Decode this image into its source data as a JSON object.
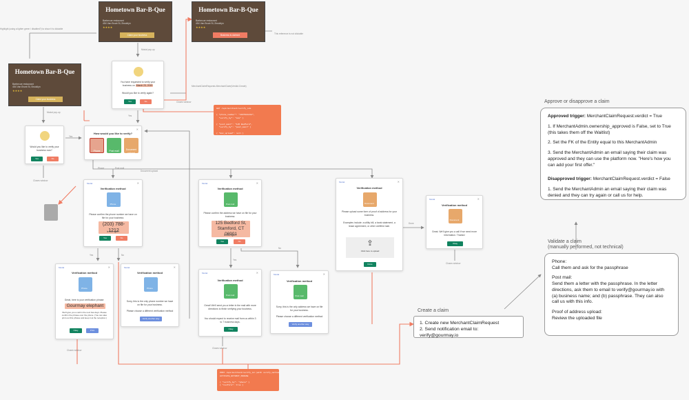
{
  "banners": {
    "restaurant_name": "Hometown Bar-B-Que",
    "address": "Barbecue restaurant",
    "address2": "454 Van Brunt St, Brooklyn",
    "stars": "★★★★",
    "cta_top_left": "Claim your business",
    "cta_top_right": "Business is claimed",
    "cta_mid": "Claim your business"
  },
  "annotations": {
    "highlight_note": "Highlight (using a lighter green / disabled?) to show it is clickable",
    "reference_claimable": "This reference is not clickable",
    "modal_popup": "Modal pop-up",
    "merchant_claim_note": "MerchantClaimRequests.MerchantClaim(Verdict.Create)",
    "closes_window": "Closes window",
    "yes": "Yes",
    "no": "No",
    "phone": "Phone",
    "post_mail": "Post mail",
    "document_upload": "Document upload",
    "done": "Done"
  },
  "cards": {
    "requested": {
      "text": "You have requested to verify your business on",
      "date": "March 23, 2019",
      "question": "Would you like to verify again?",
      "yes": "Yes",
      "no": "No"
    },
    "own_business": {
      "text": "Would you like to verify your business now?",
      "yes": "Yes",
      "no": "No"
    },
    "how_verify": {
      "title": "How would you like to verify?",
      "phone": "Phone",
      "mail": "Post mail",
      "doc": "Document upload"
    },
    "phone": {
      "tag": "Modal",
      "title": "Verification method",
      "icon_label": "Phone",
      "text": "Please confirm the phone number we have on file for your business:",
      "number": "(203) 788-1212",
      "question": "Is this right?",
      "yes": "Yes",
      "no": "No"
    },
    "phone_yes": {
      "tag": "Modal",
      "title": "Verification method",
      "icon_label": "Phone",
      "text": "Great, here is your verification phrase:",
      "phrase": "Gourmay elephant",
      "text2": "We'll give you a call in the next few days. Please confirm the phrase over the phone. (You can also print out this phrase and keep it at the reception.)",
      "print": "Okay",
      "btn2": "Print"
    },
    "phone_no": {
      "tag": "Modal",
      "title": "Verification method",
      "icon_label": "Phone",
      "text": "Sorry, this is the only phone number we have on file for your business.",
      "text2": "Please choose a different verification method",
      "btn": "Verify another way"
    },
    "mail": {
      "tag": "Modal",
      "title": "Verification method",
      "icon_label": "Post mail",
      "text": "Please confirm the address we have on file for your business:",
      "address1": "125 Bedford St,",
      "address2": "Stamford, CT 06901",
      "question": "Is this right?",
      "yes": "Yes",
      "no": "No"
    },
    "mail_yes": {
      "tag": "Modal",
      "title": "Verification method",
      "icon_label": "Post mail",
      "text": "Great! We'll send you a letter in the mail with more directions to finish verifying your business.",
      "text2": "You should expect to receive mail from us within 3 to 7 business days.",
      "btn": "Okay"
    },
    "mail_no": {
      "tag": "Modal",
      "title": "Verification method",
      "icon_label": "Post mail",
      "text": "Sorry, this is the only address we have on file for your business.",
      "text2": "Please choose a different verification method",
      "btn": "Verify another way"
    },
    "doc": {
      "tag": "Modal",
      "title": "Verification method",
      "icon_label": "Document",
      "text": "Please upload some form of proof of address for your business.",
      "text2": "Examples include: a utility bill, a bank statement, a lease agreement, or other certified mail.",
      "upload": "Click here to upload",
      "btn": "Done"
    },
    "doc_done": {
      "tag": "Modal",
      "title": "Verification method",
      "icon_label": "Document",
      "text": "Great. We'll give you a call if we need more information. Thanks!",
      "btn": "Okay"
    }
  },
  "code_boxes": {
    "top": "GET /api/merchant/verify_ids\n\n{ \"phone_number\": \"2037881212\",\n  \"verify_by\": \"sms\" }\n\n{ \"post_mail\": \"125 Bedford\",\n  \"verify_by\": \"post_mail\" }\n\n{ \"doc_upload\": null }",
    "bottom": "POST /api/merchant/verify_id (with verify_method)\nACTIVATE_WITHOUT_PHRASE\n\n{ \"verify_by\": \"phone\" }\n{ \"confirm\": true }"
  },
  "right": {
    "approve_heading": "Approve or disapprove a claim",
    "approved_trigger_label": "Approved trigger:",
    "approved_trigger": " MerchantClaimRequest.verdict = True",
    "approve_1": "1. If MerchantAdmin.ownership_approved is False, set to True (this takes them off the Waitlist)",
    "approve_2": "2. Set the FK of the Entity equal to this MerchantAdmin",
    "approve_3": "3. Send the MerchantAdmin an email saying their claim was approved and they can use the platform now. \"Here's how you can add your first offer.\"",
    "disapproved_trigger_label": "Disapproved trigger:",
    "disapproved_trigger": " MerchantClaimRequest.verdict = False",
    "disapprove_1": "1. Send the MerchantAdmin an email saying their claim was denied and they can try again or call us for help.",
    "validate_heading": "Validate a claim",
    "validate_sub": "(manually performed, not technical)",
    "phone_label": "Phone:",
    "phone_text": "Call them and ask for the passphrase",
    "post_label": "Post mail:",
    "post_text": "Send them a letter with the passphrase. In the letter directions, ask them to email to verify@gourmay.io with (a) business name; and (b) passphrase. They can also call us with this info.",
    "proof_label": "Proof of address upload:",
    "proof_text": "Review the  uploaded file",
    "create_heading": "Create a claim",
    "create_1": "1. Create new MerchantClaimRequest",
    "create_2": "2. Send notification email to: verify@gourmay.io"
  }
}
